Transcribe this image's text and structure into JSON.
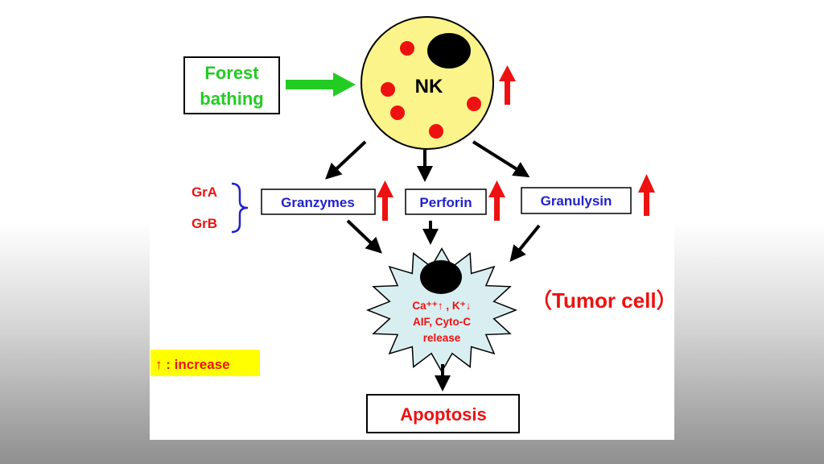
{
  "forest_bathing": {
    "line1": "Forest",
    "line2": "bathing"
  },
  "nk_cell": {
    "label": "NK"
  },
  "granzyme_types": [
    "GrA",
    "GrB"
  ],
  "effectors": [
    "Granzymes",
    "Perforin",
    "Granulysin"
  ],
  "tumor_cell": {
    "label": "（Tumor cell）",
    "line1": "Ca⁺⁺↑ , K⁺↓",
    "line2": "AIF, Cyto-C",
    "line3": "release"
  },
  "legend": {
    "text": "↑ : increase"
  },
  "outcome": {
    "label": "Apoptosis"
  },
  "colors": {
    "green": "#22cc22",
    "red": "#ee1111",
    "blue": "#2222cc",
    "nk_fill": "#fbf48a",
    "tumor_fill": "#d9eef0",
    "legend_bg": "#ffff00"
  }
}
